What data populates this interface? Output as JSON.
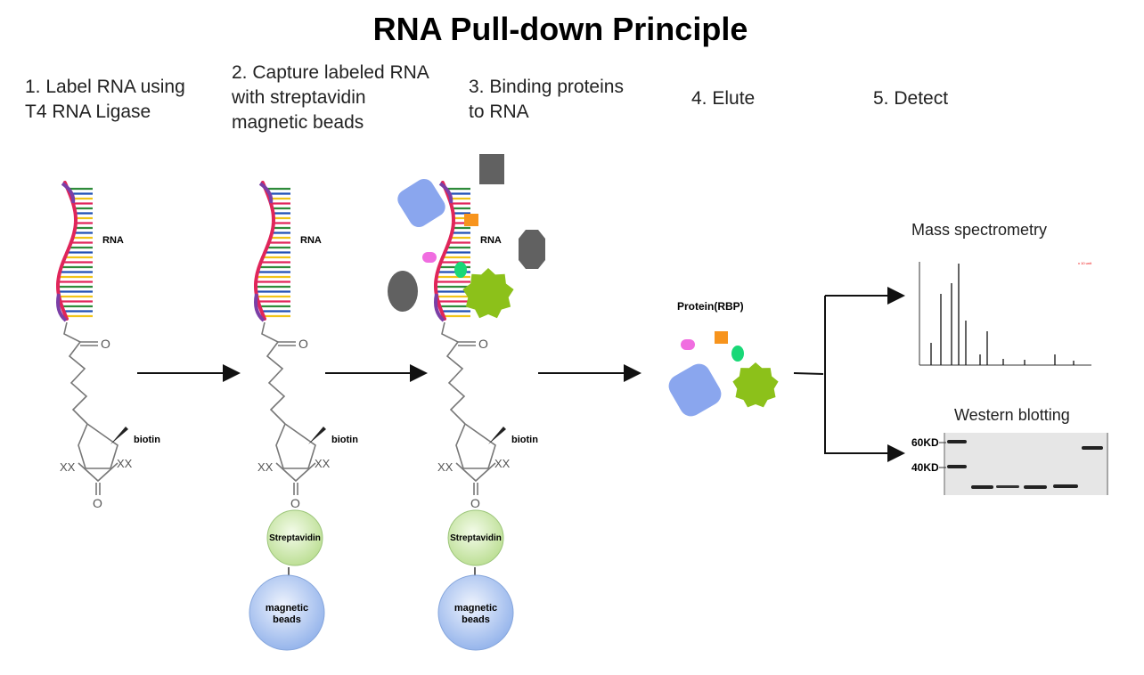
{
  "title": "RNA Pull-down Principle",
  "steps": [
    "1. Label RNA using\nT4 RNA Ligase",
    "2. Capture labeled RNA\nwith streptavidin\nmagnetic beads",
    "3. Binding proteins\nto RNA",
    "4. Elute",
    "5. Detect"
  ],
  "labels": {
    "rna": "RNA",
    "biotin": "biotin",
    "carbonyl_o": "O",
    "xx": "XX",
    "streptavidin": "Streptavidin",
    "magnetic_beads_1": "magnetic",
    "magnetic_beads_2": "beads",
    "protein_rbp": "Protein(RBP)",
    "mass_spec": "Mass spectrometry",
    "western": "Western blotting",
    "marker_60": "60KD",
    "marker_40": "40KD"
  },
  "colors": {
    "rna_backbone_top": "#7b3fa6",
    "rna_backbone_mid": "#e0255a",
    "base_pairs": [
      "#2e8b3a",
      "#1f4fb4",
      "#f0c419",
      "#e0255a"
    ],
    "streptavidin": "#c7e6a5",
    "magnetic_beads": "#a8c0ee",
    "protein_blue": "#8aa6ee",
    "protein_green": "#8cc11a",
    "protein_orange": "#f7941d",
    "protein_pink": "#f06de0",
    "protein_teal": "#19d877",
    "protein_gray": "#616161"
  }
}
